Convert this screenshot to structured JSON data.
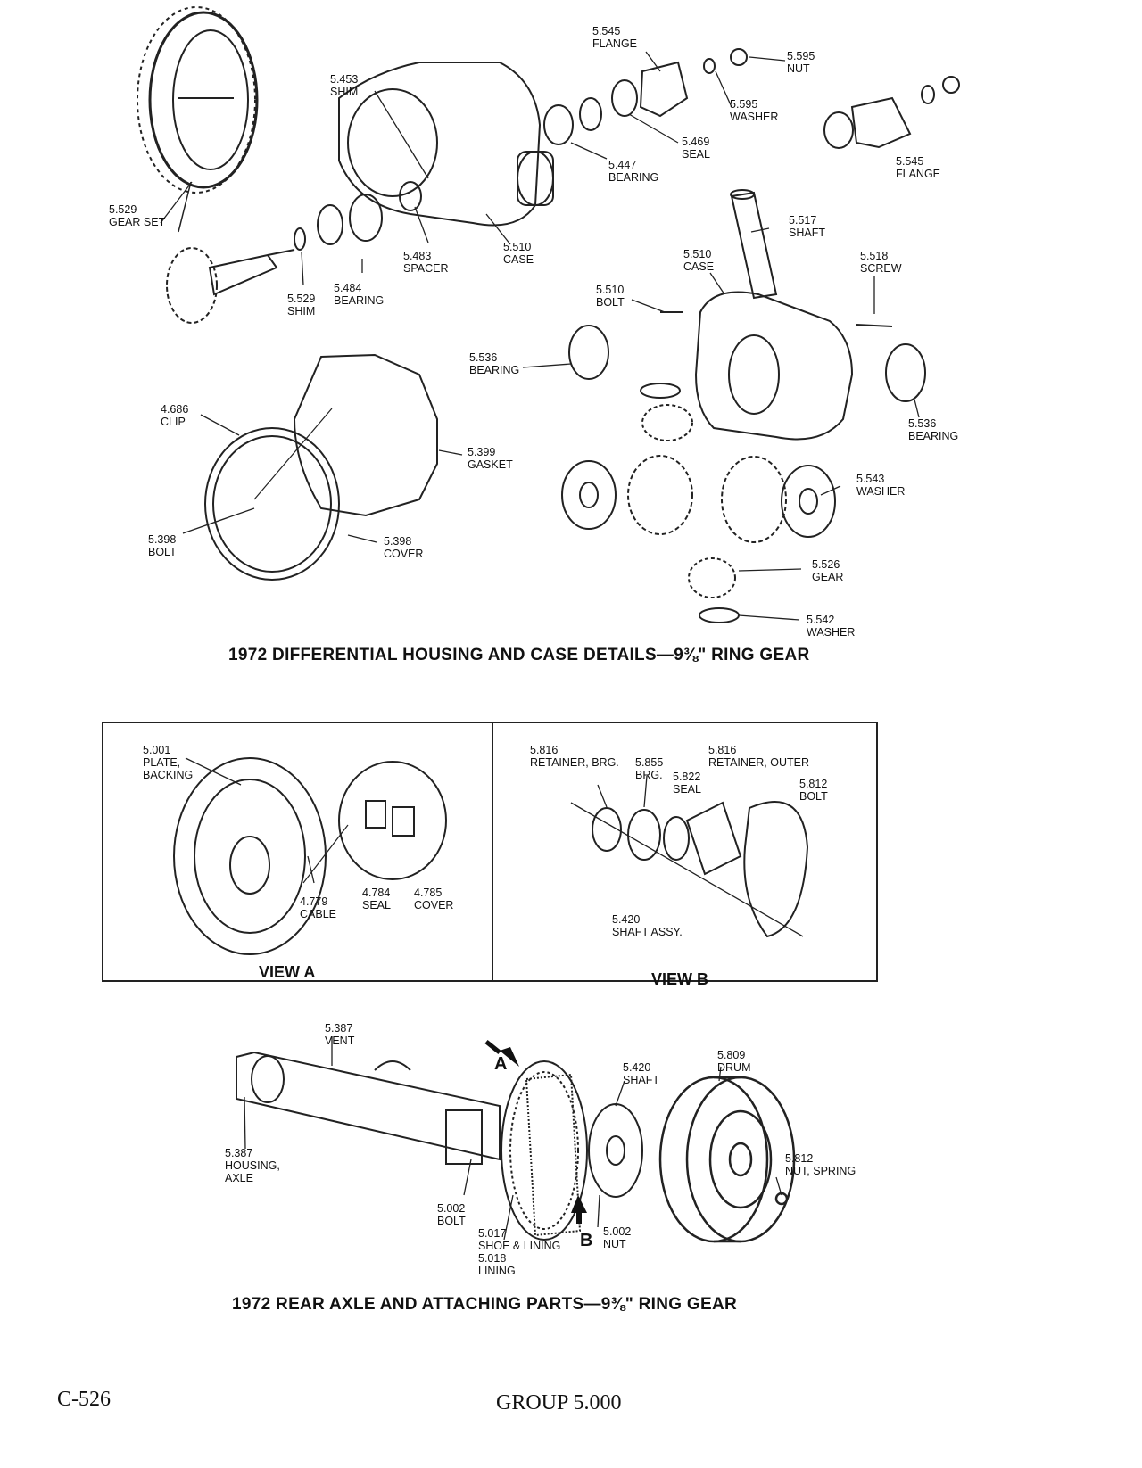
{
  "figure1": {
    "caption": "1972 DIFFERENTIAL HOUSING AND CASE DETAILS—9⅜\" RING GEAR",
    "labels": [
      {
        "num": "5.545",
        "name": "FLANGE"
      },
      {
        "num": "5.595",
        "name": "NUT"
      },
      {
        "num": "5.453",
        "name": "SHIM"
      },
      {
        "num": "5.595",
        "name": "WASHER"
      },
      {
        "num": "5.469",
        "name": "SEAL"
      },
      {
        "num": "5.545",
        "name": "FLANGE"
      },
      {
        "num": "5.447",
        "name": "BEARING"
      },
      {
        "num": "5.529",
        "name": "GEAR SET"
      },
      {
        "num": "5.517",
        "name": "SHAFT"
      },
      {
        "num": "5.483",
        "name": "SPACER"
      },
      {
        "num": "5.510",
        "name": "CASE"
      },
      {
        "num": "5.510",
        "name": "CASE"
      },
      {
        "num": "5.518",
        "name": "SCREW"
      },
      {
        "num": "5.484",
        "name": "BEARING"
      },
      {
        "num": "5.529",
        "name": "SHIM"
      },
      {
        "num": "5.510",
        "name": "BOLT"
      },
      {
        "num": "5.536",
        "name": "BEARING"
      },
      {
        "num": "4.686",
        "name": "CLIP"
      },
      {
        "num": "5.536",
        "name": "BEARING"
      },
      {
        "num": "5.399",
        "name": "GASKET"
      },
      {
        "num": "5.543",
        "name": "WASHER"
      },
      {
        "num": "5.398",
        "name": "BOLT"
      },
      {
        "num": "5.398",
        "name": "COVER"
      },
      {
        "num": "5.526",
        "name": "GEAR"
      },
      {
        "num": "5.542",
        "name": "WASHER"
      }
    ]
  },
  "viewA": {
    "title": "VIEW A",
    "labels": [
      {
        "num": "5.001",
        "name": "PLATE,",
        "name2": "BACKING"
      },
      {
        "num": "4.779",
        "name": "CABLE"
      },
      {
        "num": "4.784",
        "name": "SEAL"
      },
      {
        "num": "4.785",
        "name": "COVER"
      }
    ]
  },
  "viewB": {
    "title": "VIEW B",
    "labels": [
      {
        "num": "5.816",
        "name": "RETAINER, BRG."
      },
      {
        "num": "5.855",
        "name": "BRG."
      },
      {
        "num": "5.816",
        "name": "RETAINER, OUTER"
      },
      {
        "num": "5.822",
        "name": "SEAL"
      },
      {
        "num": "5.812",
        "name": "BOLT"
      },
      {
        "num": "5.420",
        "name": "SHAFT ASSY."
      }
    ]
  },
  "figure2": {
    "caption": "1972 REAR AXLE AND ATTACHING PARTS—9⅜\" RING GEAR",
    "callout_a": "A",
    "callout_b": "B",
    "labels": [
      {
        "num": "5.387",
        "name": "VENT"
      },
      {
        "num": "5.420",
        "name": "SHAFT"
      },
      {
        "num": "5.809",
        "name": "DRUM"
      },
      {
        "num": "5.387",
        "name": "HOUSING,",
        "name2": "AXLE"
      },
      {
        "num": "5.812",
        "name": "NUT, SPRING"
      },
      {
        "num": "5.002",
        "name": "BOLT"
      },
      {
        "num": "5.002",
        "name": "NUT"
      },
      {
        "num": "5.017",
        "name": "SHOE & LINING"
      },
      {
        "num": "5.018",
        "name": "LINING"
      }
    ]
  },
  "footer": {
    "page": "C-526",
    "group": "GROUP 5.000"
  }
}
